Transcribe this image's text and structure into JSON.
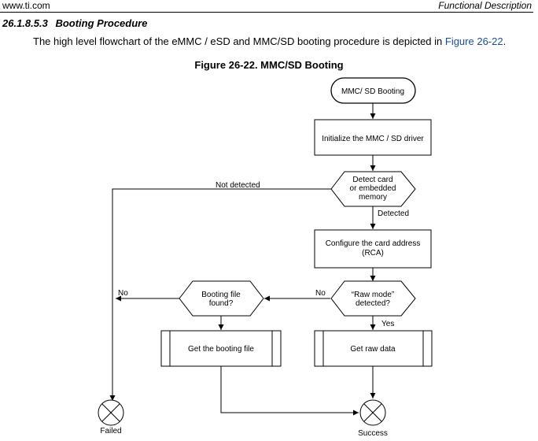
{
  "header": {
    "site": "www.ti.com",
    "section_title": "Functional Description"
  },
  "section": {
    "number": "26.1.8.5.3",
    "title": "Booting Procedure"
  },
  "paragraph": {
    "text": "The high level flowchart of the eMMC / eSD and MMC/SD booting procedure is depicted in ",
    "link": "Figure 26-22",
    "end": "."
  },
  "figure": {
    "title": "Figure 26-22. MMC/SD Booting",
    "nodes": {
      "start": "MMC/ SD Booting",
      "init": "Initialize the MMC / SD driver",
      "detect": [
        "Detect card",
        "or embedded",
        "memory"
      ],
      "config": [
        "Configure the card address",
        "(RCA)"
      ],
      "raw_mode": [
        "“Raw mode”",
        "detected?"
      ],
      "boot_file": [
        "Booting file",
        "found?"
      ],
      "get_boot_file": "Get the booting file",
      "get_raw": "Get raw data",
      "failed": "Failed",
      "success": "Success"
    },
    "edges": {
      "not_detected": "Not detected",
      "detected": "Detected",
      "no_raw": "No",
      "yes_raw": "Yes",
      "no_file": "No"
    }
  }
}
